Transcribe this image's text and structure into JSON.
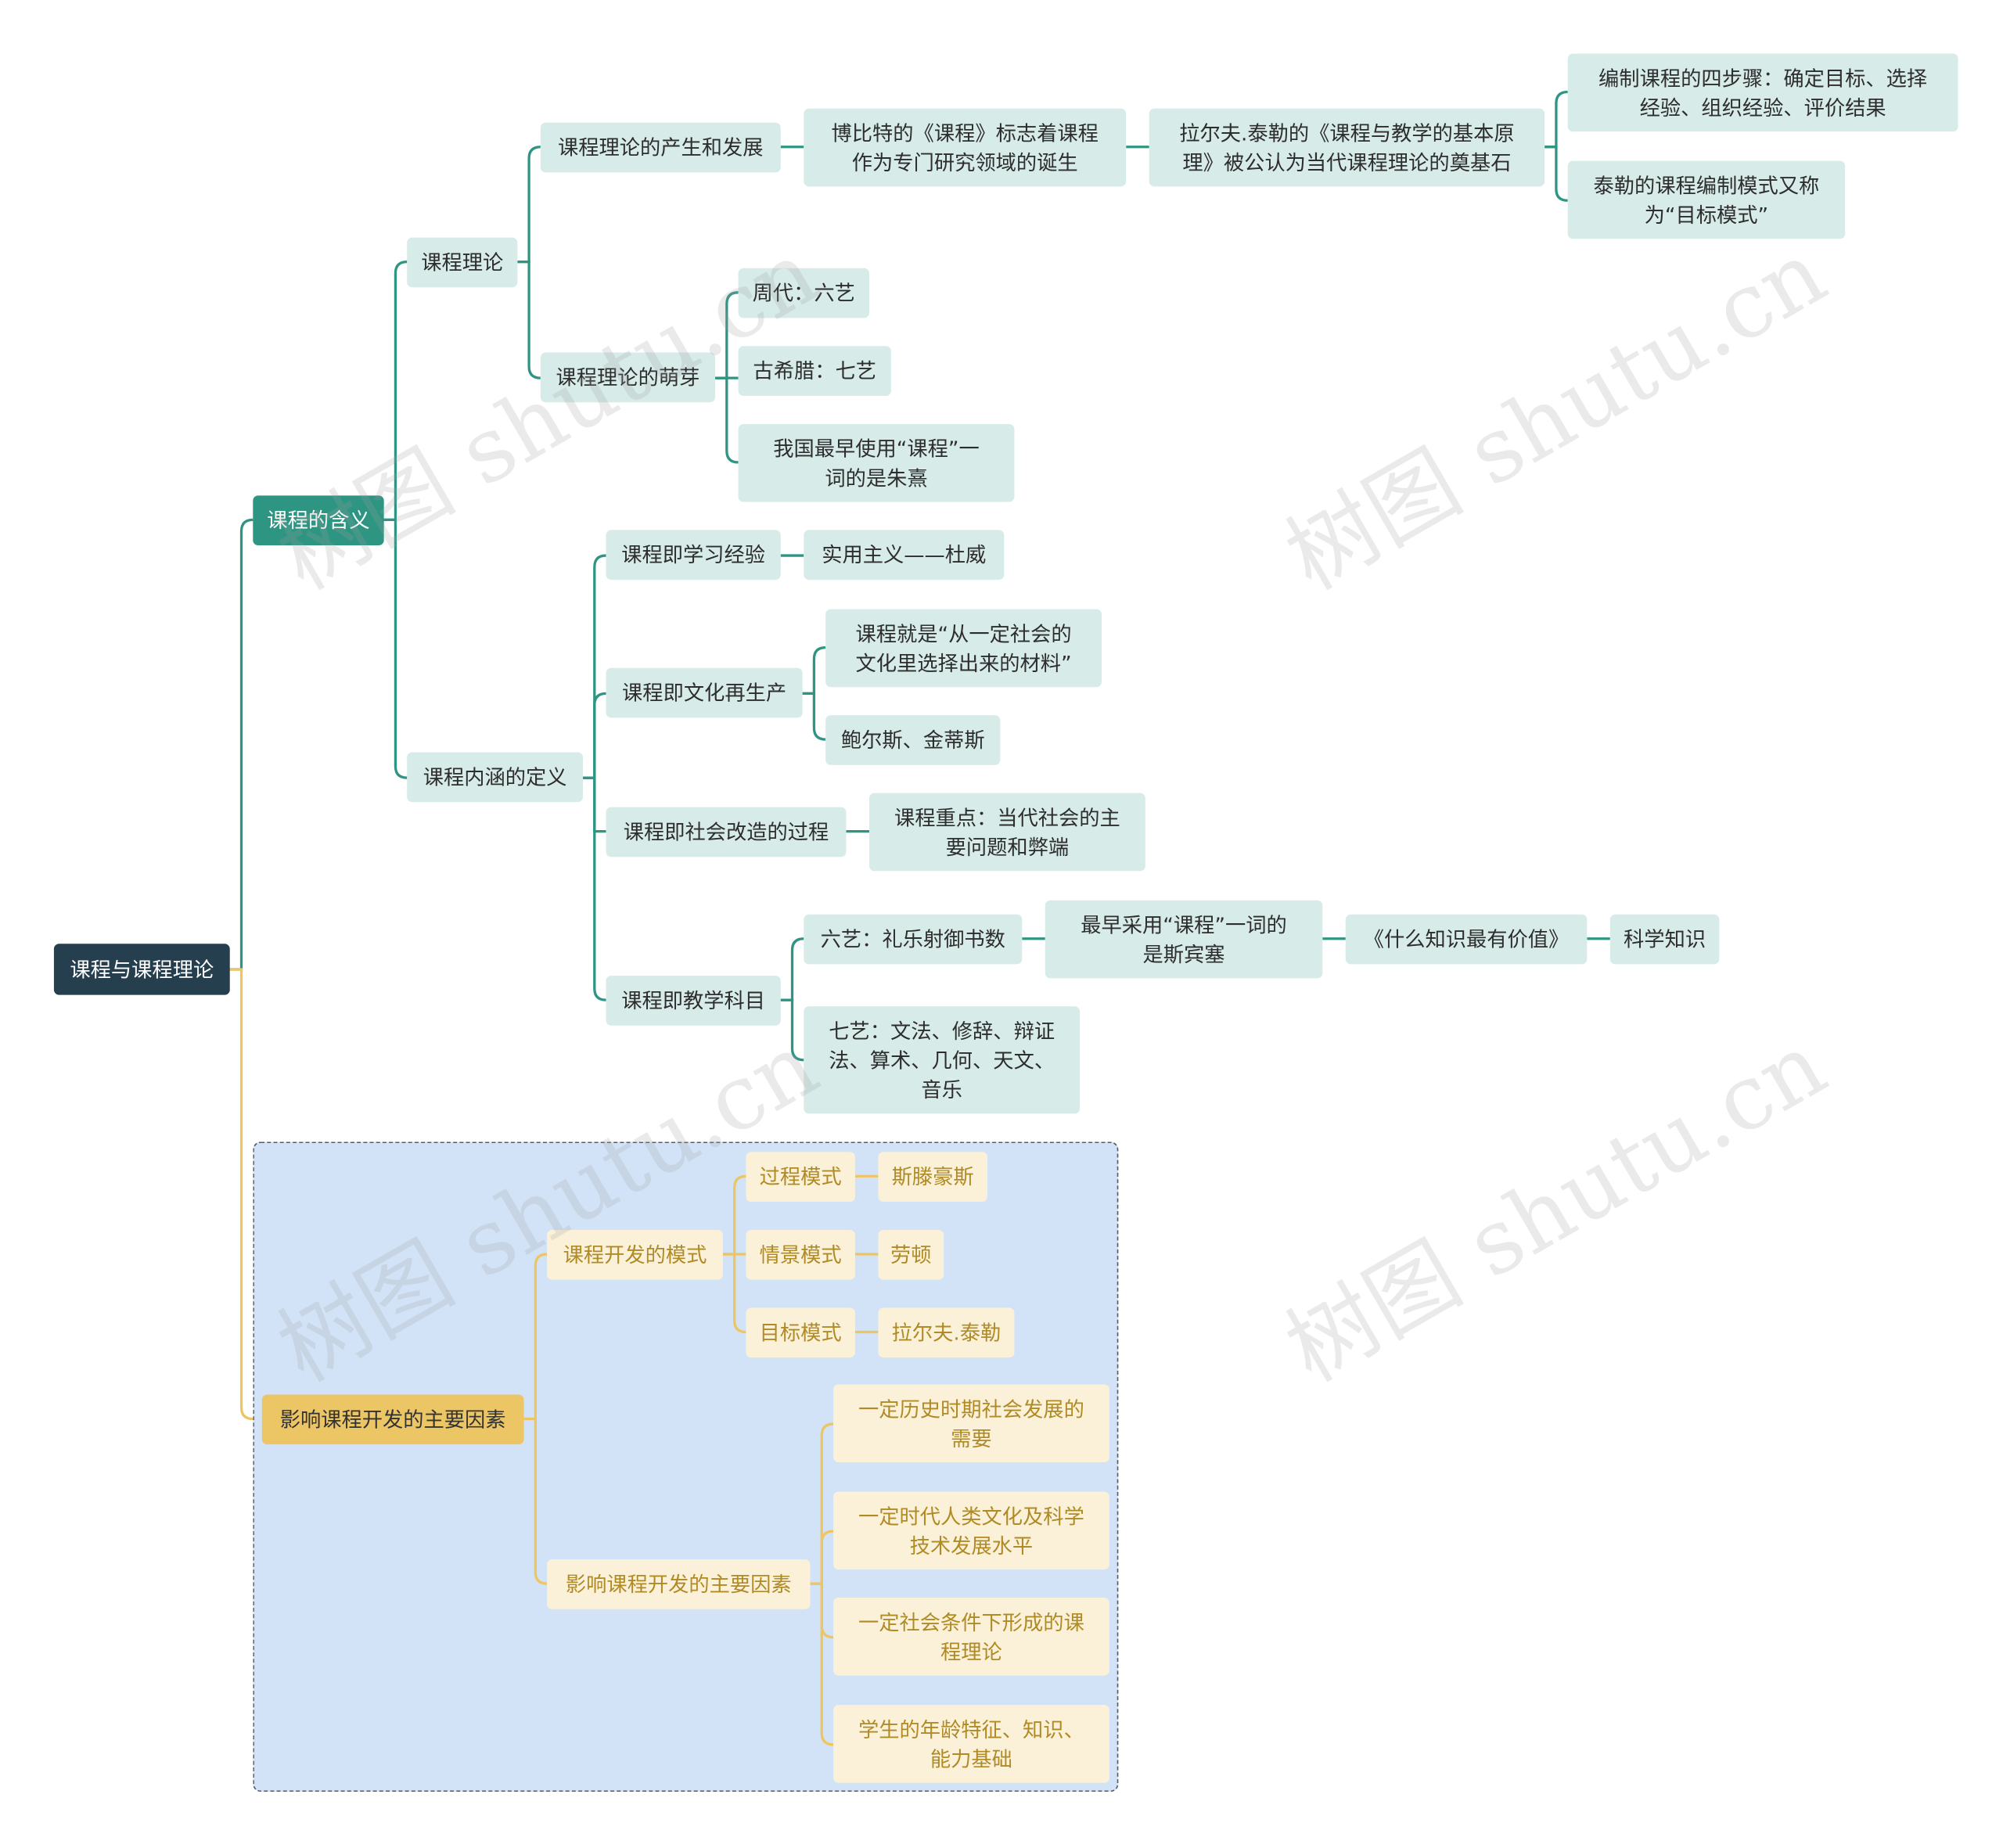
{
  "root": "课程与课程理论",
  "b1": "课程的含义",
  "ct": {
    "label": "课程理论",
    "dev": "课程理论的产生和发展",
    "bob": "博比特的《课程》标志着课程\n作为专门研究领域的诞生",
    "tyler": "拉尔夫.泰勒的《课程与教学的基本原\n理》被公认为当代课程理论的奠基石",
    "steps": "编制课程的四步骤：确定目标、选择\n经验、组织经验、评价结果",
    "model": "泰勒的课程编制模式又称\n为“目标模式”",
    "sprout": "课程理论的萌芽",
    "zhou": "周代：六艺",
    "greece": "古希腊：七艺",
    "zhuxi": "我国最早使用“课程”一\n词的是朱熹"
  },
  "cd": {
    "label": "课程内涵的定义",
    "exp": "课程即学习经验",
    "dewey": "实用主义——杜威",
    "cult": "课程即文化再生产",
    "mat": "课程就是“从一定社会的\n文化里选择出来的材料”",
    "bowles": "鲍尔斯、金蒂斯",
    "soc": "课程即社会改造的过程",
    "focus": "课程重点：当代社会的主\n要问题和弊端",
    "subj": "课程即教学科目",
    "six": "六艺：礼乐射御书数",
    "spencer": "最早采用“课程”一词的\n是斯宾塞",
    "book": "《什么知识最有价值》",
    "sci": "科学知识",
    "seven": "七艺：文法、修辞、辩证\n法、算术、几何、天文、\n音乐"
  },
  "b2": "影响课程开发的主要因素",
  "dm": {
    "label": "课程开发的模式",
    "proc": "过程模式",
    "sten": "斯滕豪斯",
    "sit": "情景模式",
    "lawton": "劳顿",
    "goal": "目标模式",
    "tyler2": "拉尔夫.泰勒"
  },
  "inf": {
    "label": "影响课程开发的主要因素",
    "f1": "一定历史时期社会发展的\n需要",
    "f2": "一定时代人类文化及科学\n技术发展水平",
    "f3": "一定社会条件下形成的课\n程理论",
    "f4": "学生的年龄特征、知识、\n能力基础"
  },
  "watermark": "树图 shutu.cn",
  "colors": {
    "root": "#263f4f",
    "green": "#2f9583",
    "yellow": "#ecc565",
    "green_light": "#d7ebe8",
    "yellow_light": "#faf1d8",
    "group_bg": "#d3e3f7"
  }
}
